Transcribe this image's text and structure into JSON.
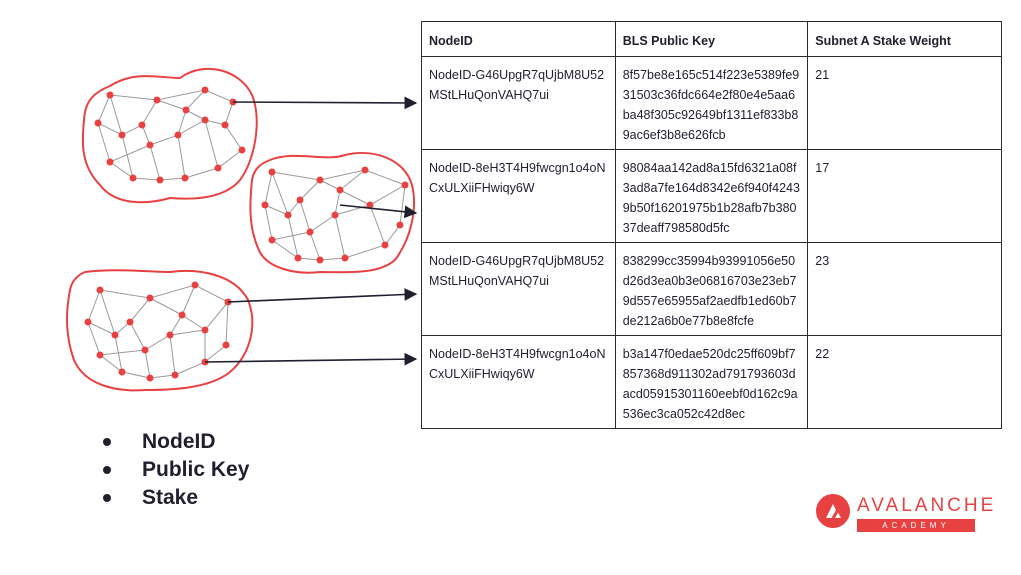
{
  "table": {
    "headers": [
      "NodeID",
      "BLS Public Key",
      "Subnet A Stake Weight"
    ],
    "rows": [
      {
        "node": "NodeID-G46UpgR7qUjbM8U52MStLHuQonVAHQ7ui",
        "key": "8f57be8e165c514f223e5389fe931503c36fdc664e2f80e4e5aa6ba48f305c92649bf1311ef833b89ac6ef3b8e626fcb",
        "stake": "21"
      },
      {
        "node": "NodeID-8eH3T4H9fwcgn1o4oNCxULXiiFHwiqy6W",
        "key": "98084aa142ad8a15fd6321a08f3ad8a7fe164d8342e6f940f42439b50f16201975b1b28afb7b38037deaff798580d5fc",
        "stake": "17"
      },
      {
        "node": "NodeID-G46UpgR7qUjbM8U52MStLHuQonVAHQ7ui",
        "key": "838299cc35994b93991056e50d26d3ea0b3e06816703e23eb79d557e65955af2aedfb1ed60b7de212a6b0e77b8e8fcfe",
        "stake": "23"
      },
      {
        "node": "NodeID-8eH3T4H9fwcgn1o4oNCxULXiiFHwiqy6W",
        "key": "b3a147f0edae520dc25ff609bf7857368d911302ad791793603dacd05915301160eebf0d162c9a536ec3ca052c42d8ec",
        "stake": "22"
      }
    ]
  },
  "bullets": [
    "NodeID",
    "Public Key",
    "Stake"
  ],
  "logo": {
    "word": "AVALANCHE",
    "badge": "ACADEMY"
  },
  "colors": {
    "accent": "#e84142",
    "text": "#1f1f2e",
    "edge": "#9a9a9a"
  },
  "icons": [
    "avalanche-logo-icon"
  ]
}
